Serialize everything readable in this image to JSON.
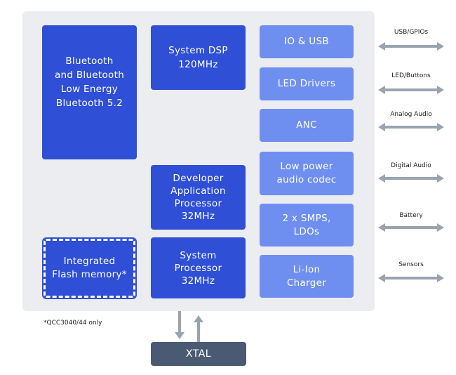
{
  "blocks": {
    "bluetooth": "Bluetooth\nand Bluetooth\nLow Energy\nBluetooth 5.2",
    "system_dsp": "System DSP\n120MHz",
    "developer_processor": "Developer\nApplication\nProcessor\n32MHz",
    "system_processor": "System\nProcessor\n32MHz",
    "flash": "Integrated\nFlash memory*",
    "io_usb": "IO & USB",
    "led_drivers": "LED Drivers",
    "anc": "ANC",
    "codec": "Low power\naudio codec",
    "smps": "2 x SMPS,\nLDOs",
    "charger": "Li-Ion\nCharger"
  },
  "interfaces": [
    "USB/GPIOs",
    "LED/Buttons",
    "Analog Audio",
    "Digital Audio",
    "Battery",
    "Sensors"
  ],
  "footnote": "*QCC3040/44 only",
  "xtal": "XTAL",
  "colors": {
    "dark_block": "#2f4fd6",
    "light_block": "#6f8ff0",
    "chip_bg": "#ebedf0",
    "arrow": "#9aa3b0",
    "xtal": "#4a5a73"
  }
}
